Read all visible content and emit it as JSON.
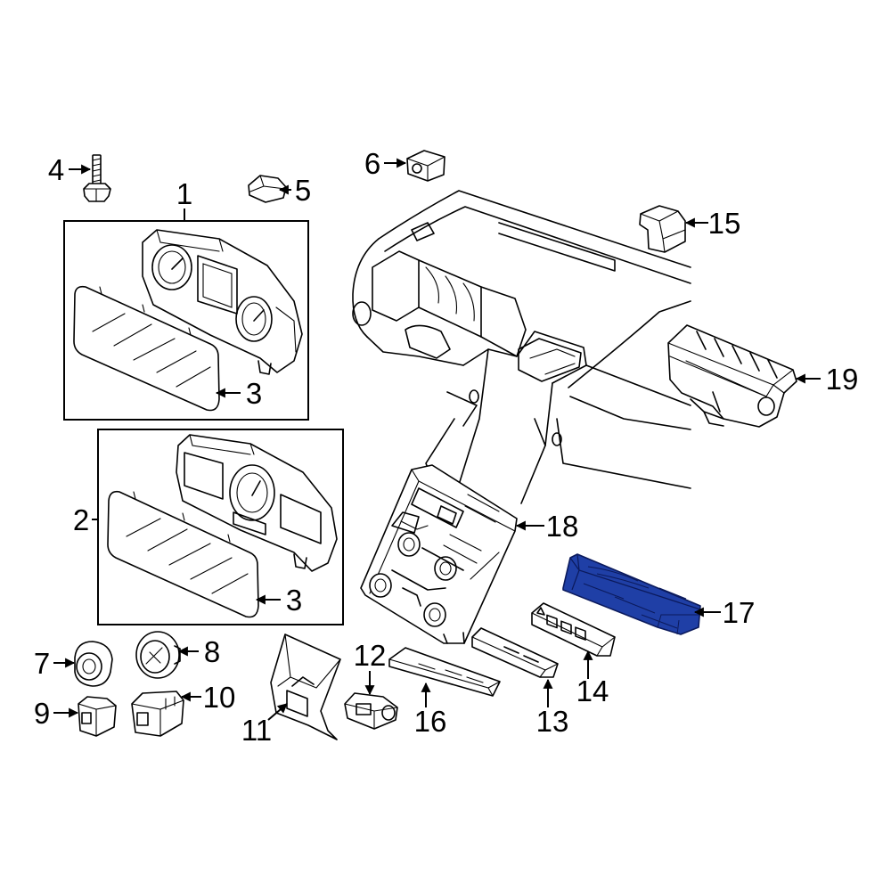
{
  "callouts": {
    "1": "1",
    "2": "2",
    "3a": "3",
    "3b": "3",
    "4": "4",
    "5": "5",
    "6": "6",
    "7": "7",
    "8": "8",
    "9": "9",
    "10": "10",
    "11": "11",
    "12": "12",
    "13": "13",
    "14": "14",
    "15": "15",
    "16": "16",
    "17": "17",
    "18": "18",
    "19": "19"
  },
  "colors": {
    "highlight": "#1f3fa6",
    "highlight_stroke": "#0b1a5c",
    "line": "#000000",
    "background": "#ffffff"
  }
}
